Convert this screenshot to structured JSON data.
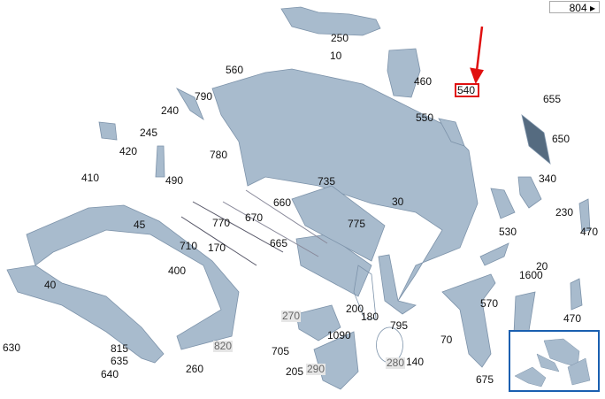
{
  "page_nav": {
    "label": "804",
    "arrow": "▸"
  },
  "highlight": {
    "label": "540",
    "color": "#e01010"
  },
  "colors": {
    "part_fill": "#a8bbcd",
    "part_stroke": "#7d93aa",
    "inset_border": "#1a5fb0"
  },
  "labels": {
    "p250": "250",
    "p10": "10",
    "p460": "460",
    "p560": "560",
    "p790": "790",
    "p240": "240",
    "p245": "245",
    "p420": "420",
    "p410": "410",
    "p490": "490",
    "p780": "780",
    "p550": "550",
    "p655": "655",
    "p650": "650",
    "p340": "340",
    "p735": "735",
    "p30": "30",
    "p660": "660",
    "p670": "670",
    "p770": "770",
    "p775": "775",
    "p665": "665",
    "p45": "45",
    "p710": "710",
    "p170": "170",
    "p400": "400",
    "p40": "40",
    "p200": "200",
    "p230": "230",
    "p530": "530",
    "p470a": "470",
    "p20": "20",
    "p470b": "470",
    "p570": "570",
    "p795": "795",
    "p1090": "1090",
    "p1600": "1600",
    "p815": "815",
    "p630": "630",
    "p705": "705",
    "p140": "140",
    "p675": "675",
    "p640": "640",
    "p205": "205",
    "p270": "270",
    "p180": "180",
    "p70": "70",
    "p820": "820",
    "p635": "635",
    "p260": "260",
    "p290": "290",
    "p280": "280"
  }
}
